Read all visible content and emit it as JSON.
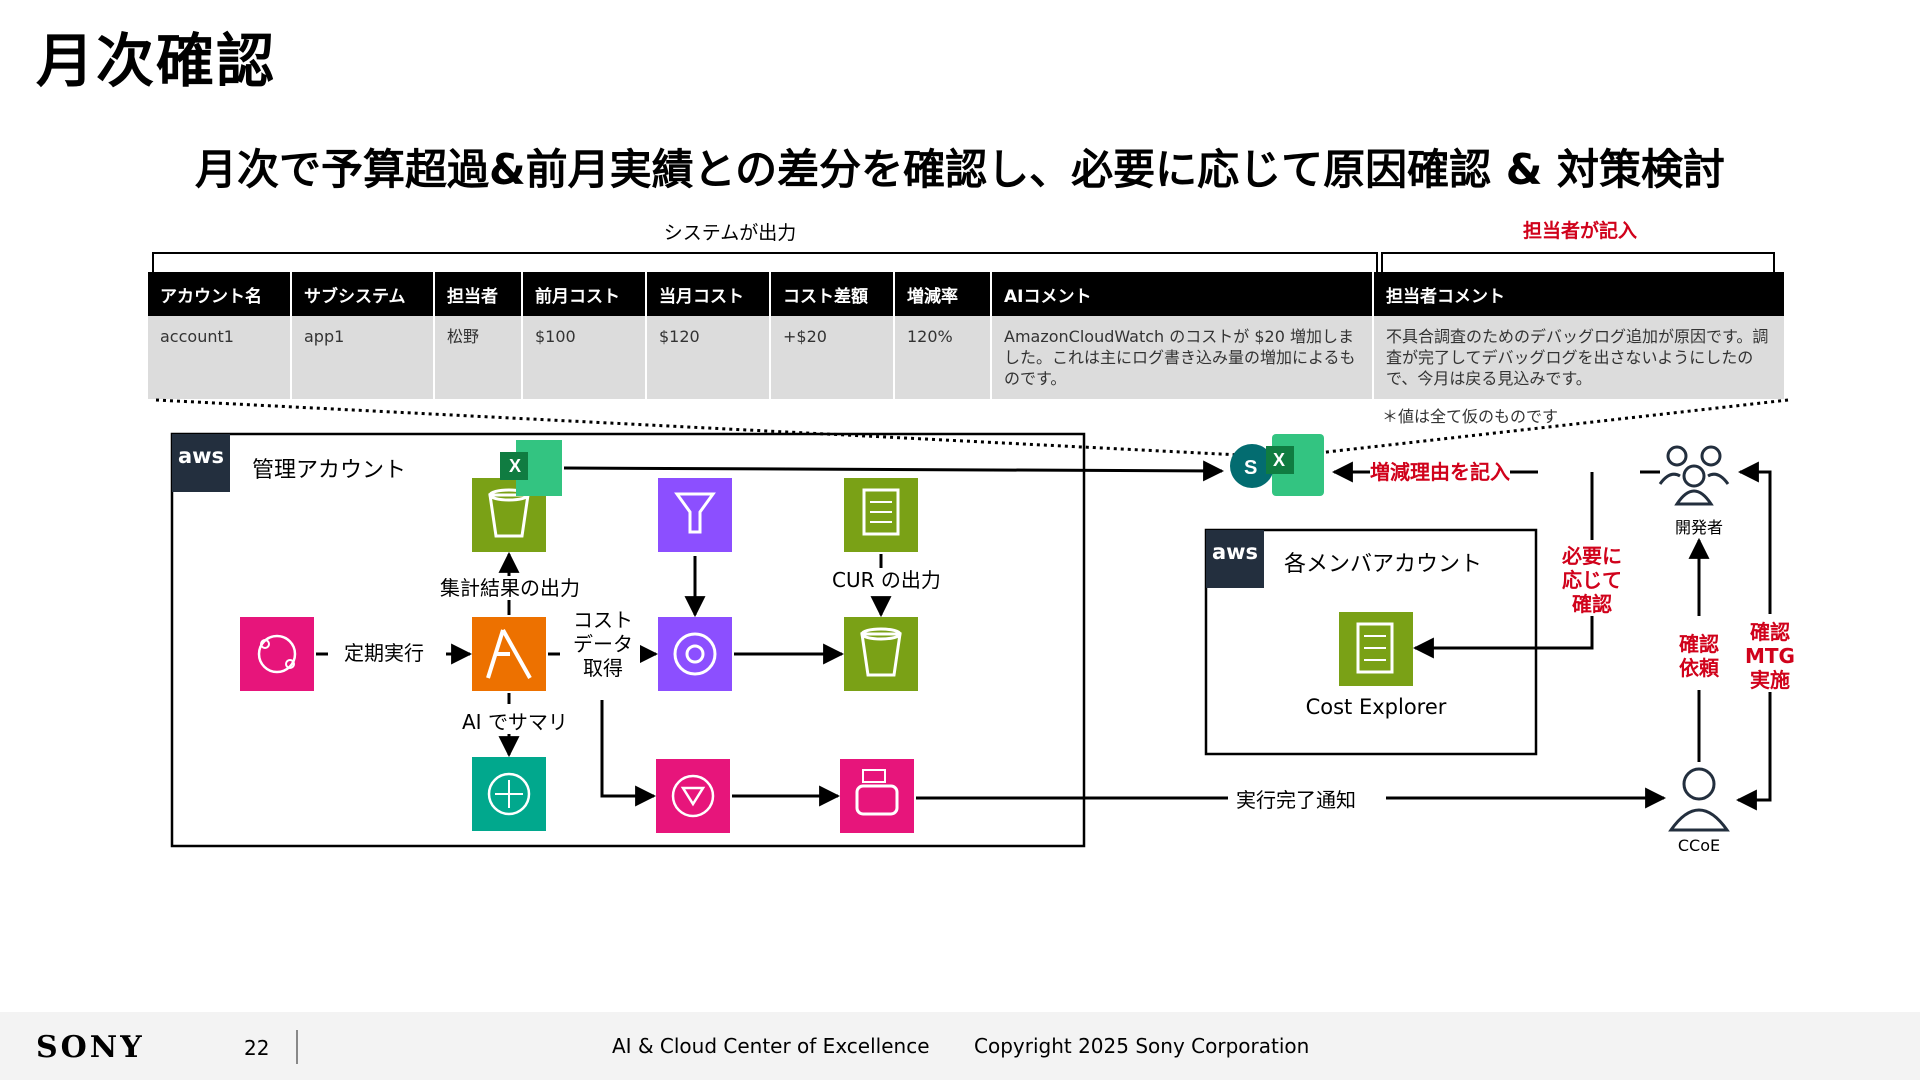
{
  "title": "月次確認",
  "subtitle": "月次で予算超過&前月実績との差分を確認し、必要に応じて原因確認 & 対策検討",
  "system_output_label": "システムが出力",
  "owner_input_label": "担当者が記入",
  "table": {
    "headers": [
      "アカウント名",
      "サブシステム",
      "担当者",
      "前月コスト",
      "当月コスト",
      "コスト差額",
      "増減率",
      "AIコメント",
      "担当者コメント"
    ],
    "row": [
      "account1",
      "app1",
      "松野",
      "$100",
      "$120",
      "+$20",
      "120%",
      "AmazonCloudWatch のコストが $20 増加しました。これは主にログ書き込み量の増加によるものです。",
      "不具合調査のためのデバッグログ追加が原因です。調査が完了してデバッグログを出さないようにしたので、今月は戻る見込みです。"
    ]
  },
  "note": "＊値は全て仮のものです",
  "diagram": {
    "mgmt_aws": "aws",
    "mgmt_account": "管理アカウント",
    "member_aws": "aws",
    "member_account": "各メンバアカウント",
    "cost_explorer": "Cost Explorer",
    "scheduled": "定期実行",
    "aggregate_output": "集計結果の出力",
    "cost_data": "コスト\nデータ\n取得",
    "cur_output": "CUR の出力",
    "ai_summary": "AI でサマリ",
    "done_notify": "実行完了通知",
    "record_reason": "増減理由を記入",
    "check_if_needed": "必要に\n応じて\n確認",
    "request_check": "確認\n依頼",
    "mtg": "確認\nMTG\n実施",
    "developers": "開発者",
    "ccoe": "CCoE",
    "excel_letter": "X",
    "sharepoint_letter": "S"
  },
  "colors": {
    "lambda": "#ed7100",
    "s3": "#7aa116",
    "analytics": "#8c4fff",
    "mgmt": "#e7157b",
    "ml": "#01a88d",
    "excel": "#107c41",
    "sharepoint": "#036c70",
    "accent_red": "#d0021b"
  },
  "footer": {
    "logo": "SONY",
    "page": "22",
    "org": "AI & Cloud Center of Excellence",
    "copyright": "Copyright 2025 Sony Corporation"
  }
}
